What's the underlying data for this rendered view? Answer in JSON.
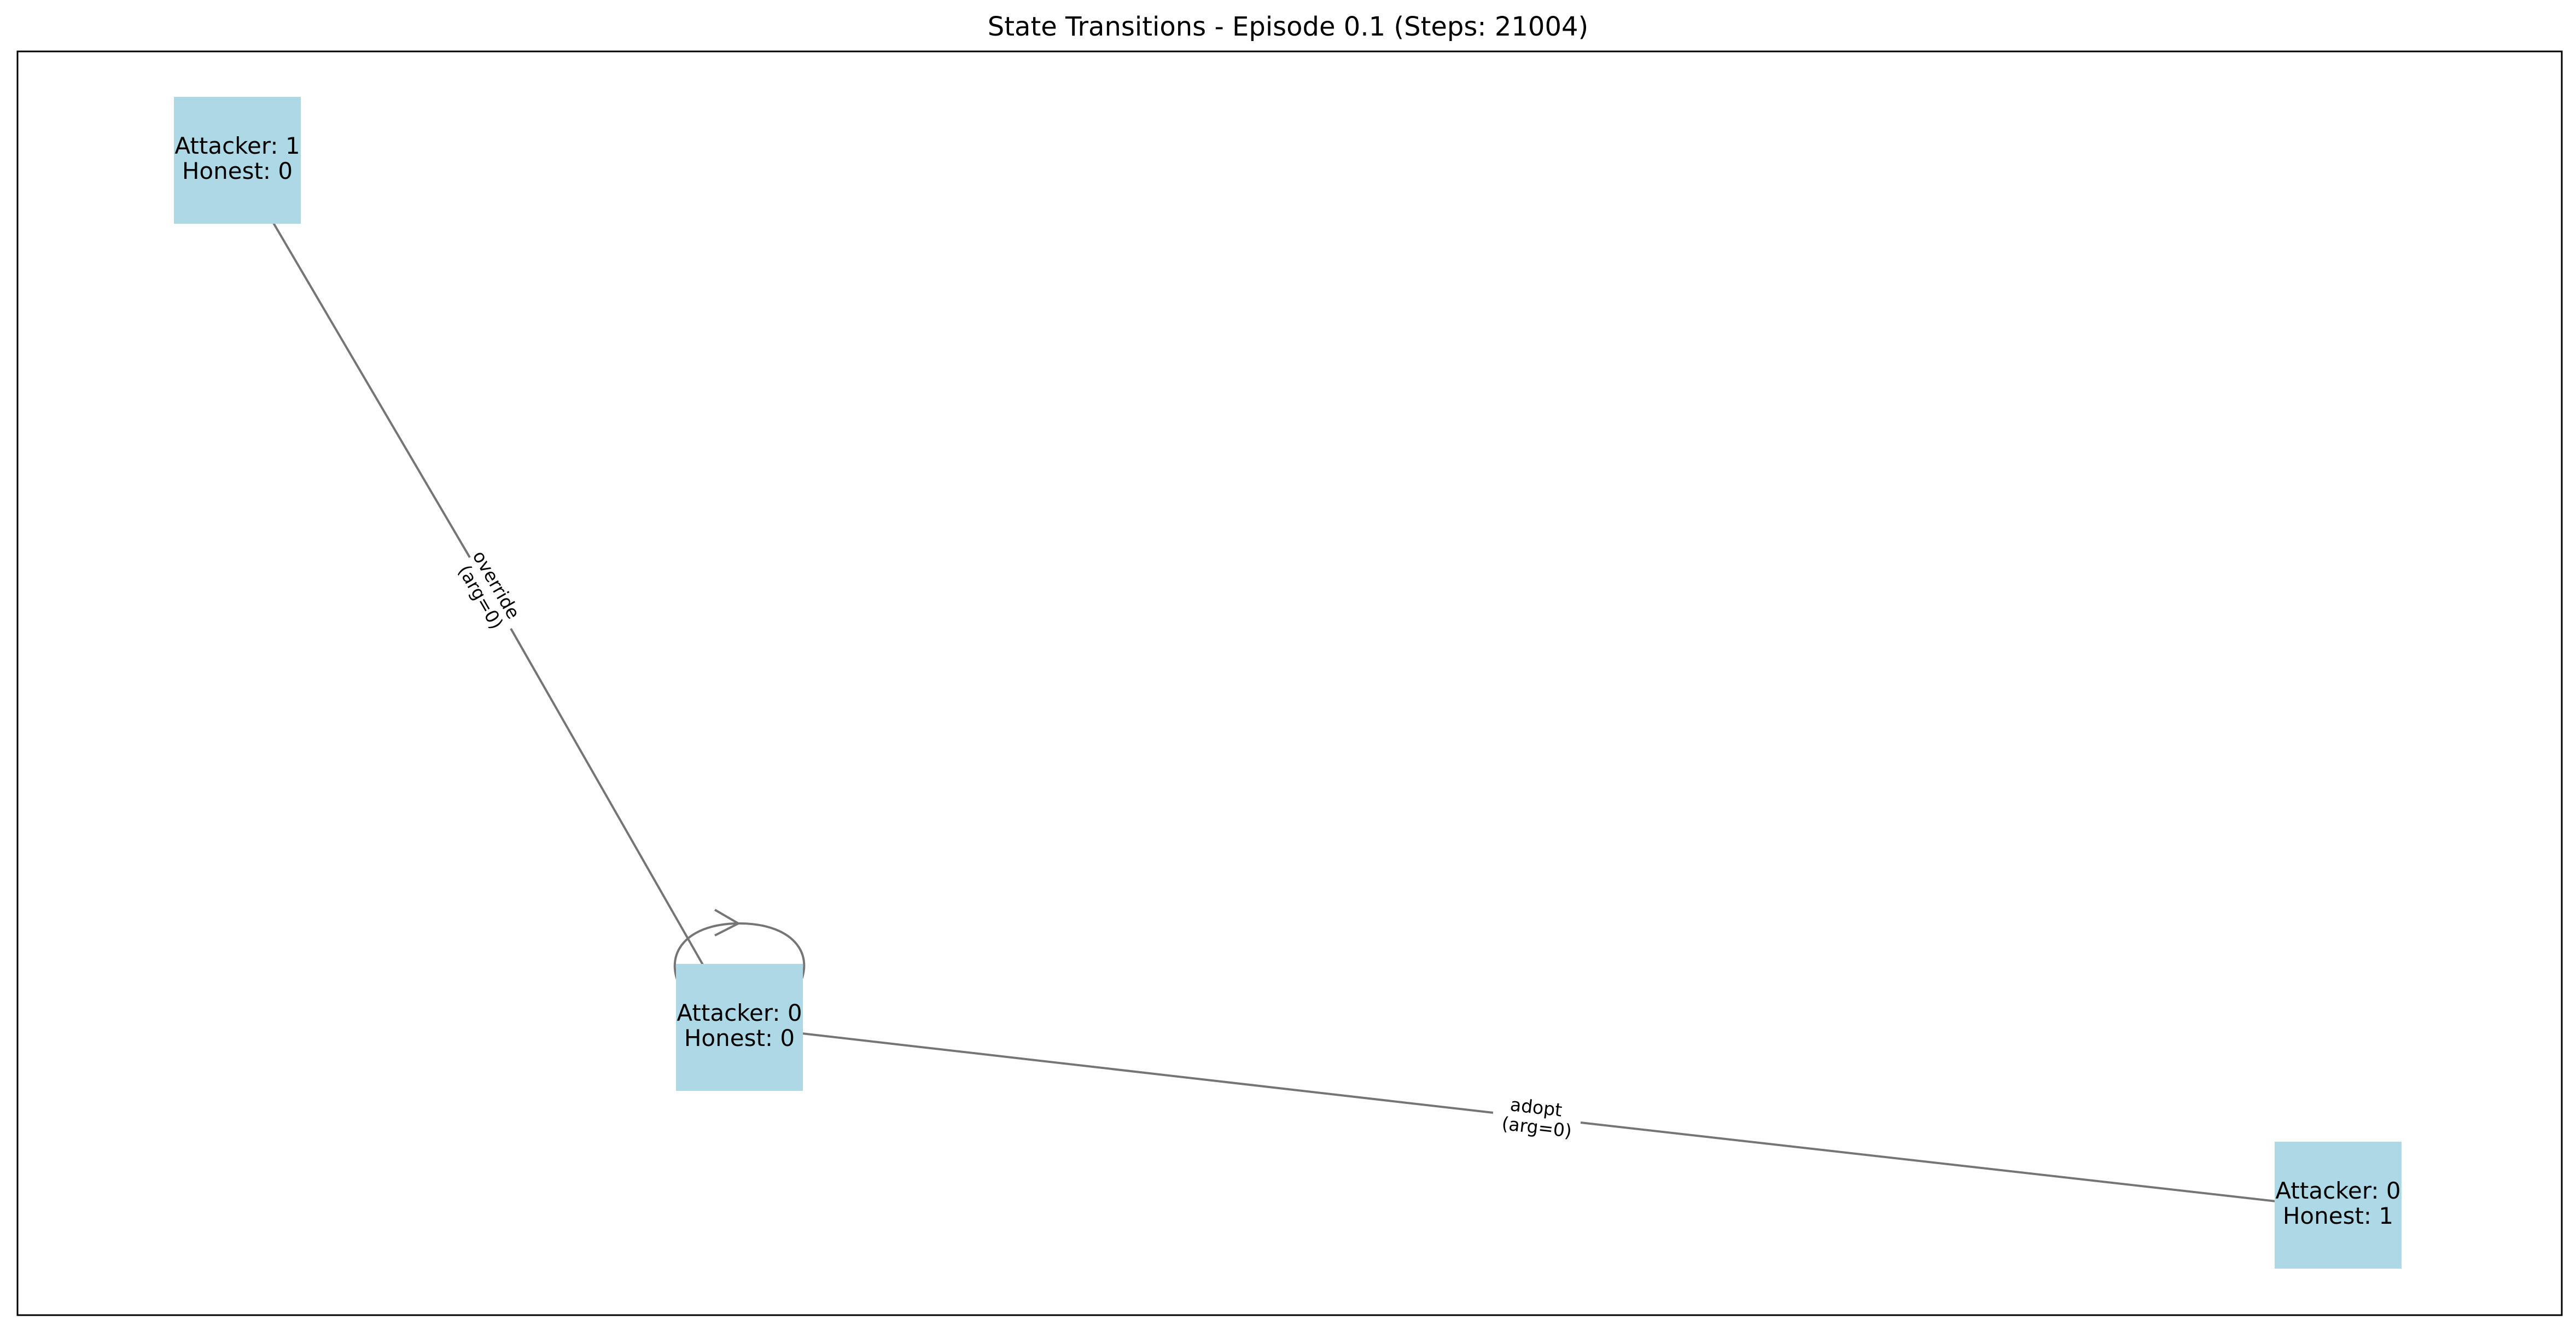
{
  "title": "State Transitions - Episode 0.1 (Steps: 21004)",
  "colors": {
    "node_fill": "#add8e6",
    "edge": "#757575",
    "frame": "#000000"
  },
  "nodes": [
    {
      "id": "a1h0",
      "line1": "Attacker: 1",
      "line2": "Honest: 0"
    },
    {
      "id": "a0h0",
      "line1": "Attacker: 0",
      "line2": "Honest: 0"
    },
    {
      "id": "a0h1",
      "line1": "Attacker: 0",
      "line2": "Honest: 1"
    }
  ],
  "edges": [
    {
      "from": "a1h0",
      "to": "a0h0",
      "label1": "override",
      "label2": "(arg=0)"
    },
    {
      "from": "a0h0",
      "to": "a0h0",
      "self_loop": true
    },
    {
      "from": "a0h0",
      "to": "a0h1",
      "label1": "adopt",
      "label2": "(arg=0)"
    }
  ]
}
